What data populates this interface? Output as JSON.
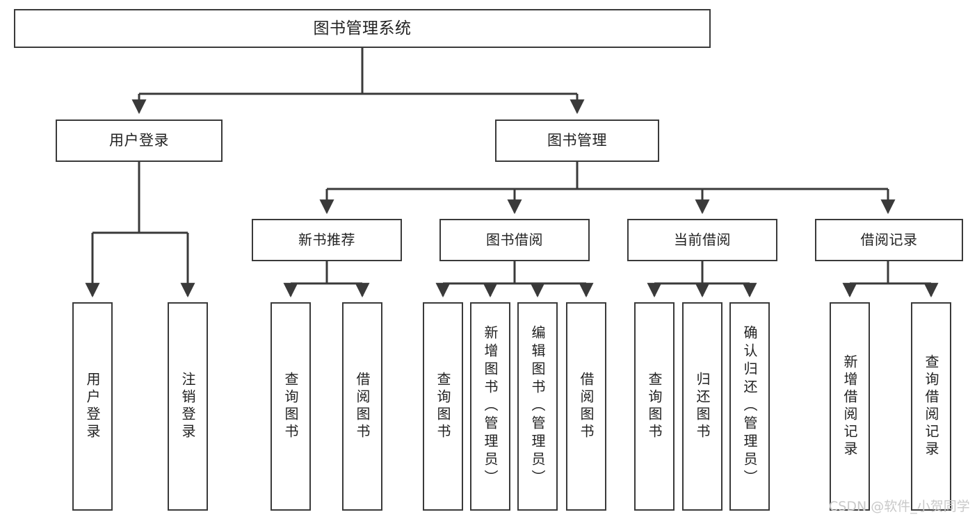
{
  "diagram": {
    "title": "图书管理系统",
    "type": "hierarchy-tree",
    "root": {
      "label": "图书管理系统"
    },
    "level1": [
      {
        "label": "用户登录"
      },
      {
        "label": "图书管理"
      }
    ],
    "level2": [
      {
        "label": "新书推荐"
      },
      {
        "label": "图书借阅"
      },
      {
        "label": "当前借阅"
      },
      {
        "label": "借阅记录"
      }
    ],
    "leaves": {
      "user_login": [
        {
          "label": "用户登录"
        },
        {
          "label": "注销登录"
        }
      ],
      "new_book_recommend": [
        {
          "label": "查询图书"
        },
        {
          "label": "借阅图书"
        }
      ],
      "book_borrow": [
        {
          "label": "查询图书"
        },
        {
          "label": "新增图书（管理员）"
        },
        {
          "label": "编辑图书（管理员）"
        },
        {
          "label": "借阅图书"
        }
      ],
      "current_borrow": [
        {
          "label": "查询图书"
        },
        {
          "label": "归还图书"
        },
        {
          "label": "确认归还（管理员）"
        }
      ],
      "borrow_records": [
        {
          "label": "新增借阅记录"
        },
        {
          "label": "查询借阅记录"
        }
      ]
    }
  },
  "watermark": {
    "text": "CSDN @软件_小贺同学"
  },
  "colors": {
    "stroke": "#3a3a3a",
    "text": "#222222",
    "background": "#ffffff",
    "watermark": "#c9c9c9"
  }
}
